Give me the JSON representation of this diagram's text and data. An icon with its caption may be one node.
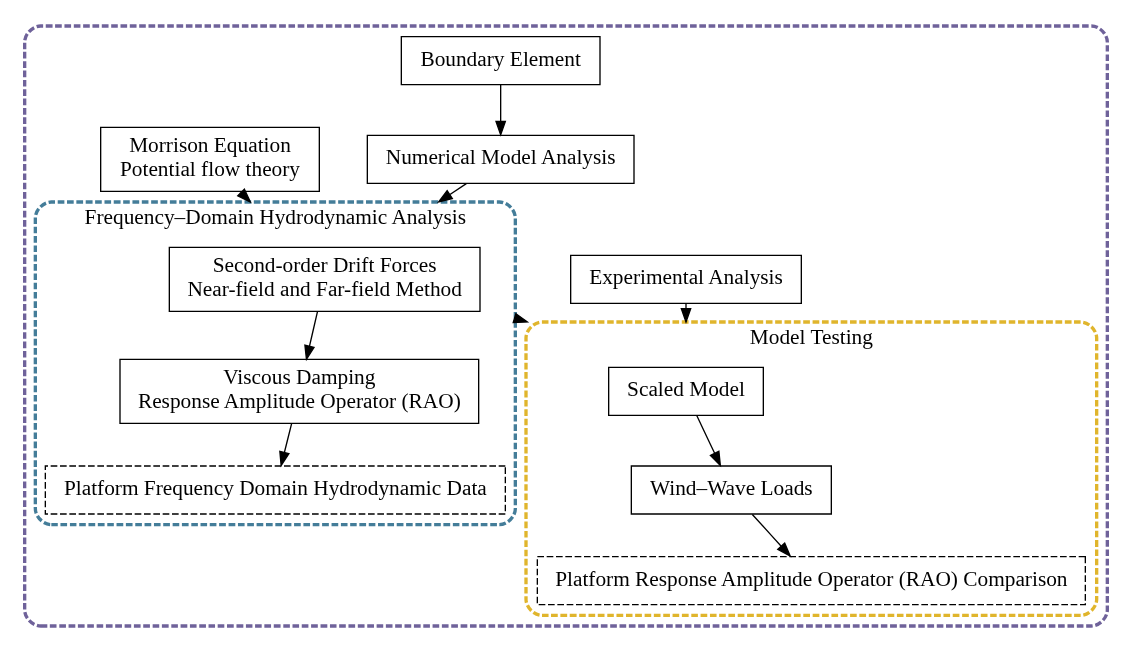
{
  "diagram": {
    "nodes": [
      {
        "text": [],
        "shape": "box"
      },
      {
        "text": [
          "Numerical Model Analysis"
        ],
        "in": 0
      },
      {
        "text": [
          "Experimental Analysis"
        ],
        "in": 0
      },
      {
        "text": [
          "Boundary Element"
        ],
        "in": 0
      },
      {
        "text": [
          "Frequency–Domain Hydrodynamic Analysis"
        ],
        "in": 0
      },
      {
        "text": [
          "Second-order Drift Forces",
          "Near-field and Far-field Method"
        ],
        "in": 4
      },
      {
        "text": [
          "Viscous Damping",
          "Response Amplitude Operator (RAO)"
        ],
        "in": 4
      },
      {
        "text": [
          "Platform Frequency Domain Hydrodynamic Data"
        ],
        "in": 4
      },
      {
        "text": [
          "Morrison Equation",
          "Potential flow theory"
        ],
        "in": 0
      },
      {
        "text": [
          "Model Testing"
        ],
        "in": 0
      },
      {
        "text": [
          "Scaled Model"
        ],
        "in": 9
      },
      {
        "text": [
          "Wind–Wave Loads"
        ],
        "in": 9
      },
      {
        "text": [
          "Platform Response Amplitude Operator (RAO) Comparison"
        ],
        "in": 9
      }
    ],
    "edges": [
      {
        "from": 3,
        "to": 1,
        "arrow": "to"
      },
      {
        "from": 1,
        "to": 4,
        "arrow": "to"
      },
      {
        "from": 2,
        "to": 9,
        "arrow": "to"
      },
      {
        "from": 5,
        "to": 6,
        "arrow": "to"
      },
      {
        "from": 6,
        "to": 7,
        "arrow": "to"
      },
      {
        "from": 8,
        "to": 4,
        "arrow": "to"
      },
      {
        "from": 4,
        "to": 9,
        "arrow": "to"
      },
      {
        "from": 10,
        "to": 11,
        "arrow": "to"
      },
      {
        "from": 11,
        "to": 12,
        "arrow": "to"
      }
    ]
  }
}
